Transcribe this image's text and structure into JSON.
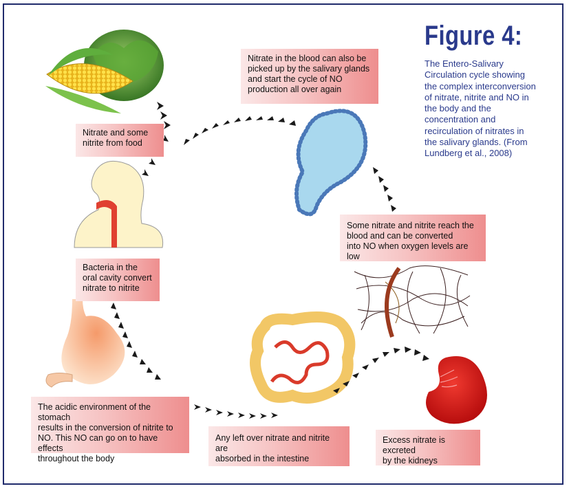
{
  "figure": {
    "title": "Figure 4:",
    "caption": "The Entero-Salivary\nCirculation cycle showing\nthe complex interconversion\nof nitrate, nitrite and NO in\nthe body and the\nconcentration and\nrecirculation of nitrates in\nthe salivary glands. (From\nLundberg et al., 2008)"
  },
  "steps": {
    "food": "Nitrate and some\nnitrite from food",
    "oral": "Bacteria in the\noral cavity convert\nnitrate to nitrite",
    "stomach": "The acidic environment of the stomach\nresults in the conversion of nitrite to\nNO. This NO can go on to have effects\nthroughout the body",
    "intestine": "Any left over nitrate and nitrite are\nabsorbed in the intestine",
    "kidney": "Excess nitrate is excreted\nby the kidneys",
    "blood": "Some nitrate and nitrite reach the\nblood and can be converted\ninto NO when oxygen levels are low",
    "salivary": "Nitrate in the blood can also be\npicked up by the salivary glands\nand start the cycle of NO\nproduction all over again"
  },
  "colors": {
    "title": "#2a3a8c",
    "arrow": "#1a1a1a",
    "gland": "#a9d8ee",
    "kidney": "#d81818"
  }
}
